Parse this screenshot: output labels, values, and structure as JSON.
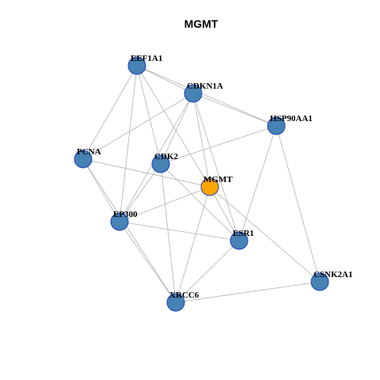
{
  "title": "MGMT",
  "colors": {
    "node_default": "#4682b4",
    "node_highlight": "#ffa500",
    "node_border": "#1f3fbf",
    "edge": "#b3b3b3"
  },
  "nodes": [
    {
      "id": "EEF1A1",
      "label": "EEF1A1",
      "highlight": false
    },
    {
      "id": "CDKN1A",
      "label": "CDKN1A",
      "highlight": false
    },
    {
      "id": "HSP90AA1",
      "label": "HSP90AA1",
      "highlight": false
    },
    {
      "id": "PCNA",
      "label": "PCNA",
      "highlight": false
    },
    {
      "id": "CDK2",
      "label": "CDK2",
      "highlight": false
    },
    {
      "id": "MGMT",
      "label": "MGMT",
      "highlight": true
    },
    {
      "id": "EP300",
      "label": "EP300",
      "highlight": false
    },
    {
      "id": "ESR1",
      "label": "ESR1",
      "highlight": false
    },
    {
      "id": "CSNK2A1",
      "label": "CSNK2A1",
      "highlight": false
    },
    {
      "id": "XRCC6",
      "label": "XRCC6",
      "highlight": false
    }
  ],
  "edges": [
    [
      "EEF1A1",
      "CDKN1A"
    ],
    [
      "EEF1A1",
      "HSP90AA1"
    ],
    [
      "EEF1A1",
      "PCNA"
    ],
    [
      "EEF1A1",
      "CDK2"
    ],
    [
      "EEF1A1",
      "MGMT"
    ],
    [
      "EEF1A1",
      "EP300"
    ],
    [
      "CDKN1A",
      "HSP90AA1"
    ],
    [
      "CDKN1A",
      "PCNA"
    ],
    [
      "CDKN1A",
      "CDK2"
    ],
    [
      "CDKN1A",
      "EP300"
    ],
    [
      "CDKN1A",
      "MGMT"
    ],
    [
      "CDKN1A",
      "ESR1"
    ],
    [
      "HSP90AA1",
      "CDK2"
    ],
    [
      "HSP90AA1",
      "ESR1"
    ],
    [
      "HSP90AA1",
      "CSNK2A1"
    ],
    [
      "PCNA",
      "MGMT"
    ],
    [
      "PCNA",
      "EP300"
    ],
    [
      "PCNA",
      "XRCC6"
    ],
    [
      "CDK2",
      "EP300"
    ],
    [
      "CDK2",
      "XRCC6"
    ],
    [
      "CDK2",
      "ESR1"
    ],
    [
      "MGMT",
      "EP300"
    ],
    [
      "MGMT",
      "XRCC6"
    ],
    [
      "MGMT",
      "ESR1"
    ],
    [
      "MGMT",
      "CSNK2A1"
    ],
    [
      "EP300",
      "ESR1"
    ],
    [
      "EP300",
      "XRCC6"
    ],
    [
      "ESR1",
      "XRCC6"
    ],
    [
      "XRCC6",
      "CSNK2A1"
    ]
  ]
}
